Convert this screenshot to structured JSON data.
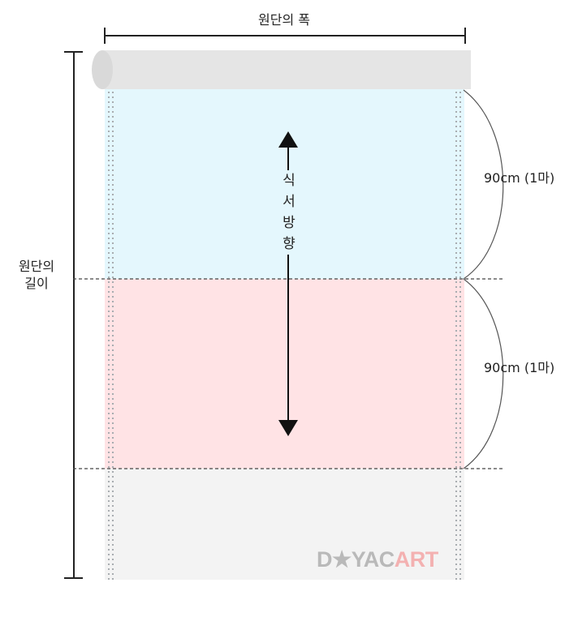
{
  "labels": {
    "fabric_width": "원단의 폭",
    "fabric_length_line1": "원단의",
    "fabric_length_line2": "길이",
    "grain_direction": [
      "식",
      "서",
      "방",
      "향"
    ],
    "segment_1": "90cm (1마)",
    "segment_2": "90cm (1마)"
  },
  "logo": {
    "part1": "D★YAC",
    "part2": "ART"
  },
  "colors": {
    "roll": "#e5e5e5",
    "section_1": "#e4f7fd",
    "section_2": "#ffe3e5",
    "section_3": "#f3f3f3",
    "logo_gray": "#b9b9b9",
    "logo_pink": "#f3b1b1"
  }
}
